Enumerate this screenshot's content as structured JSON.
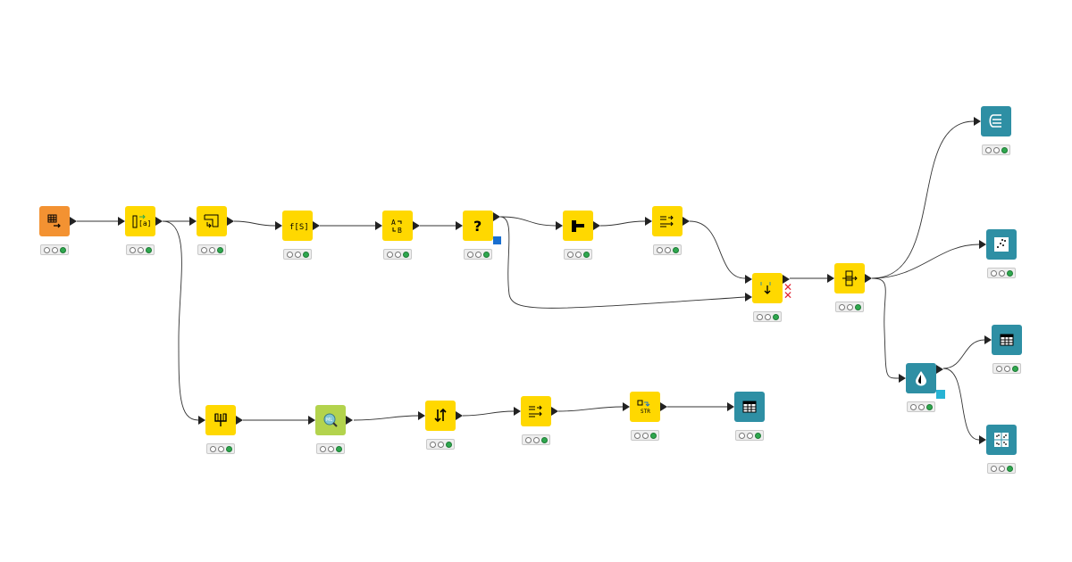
{
  "colors": {
    "manipulator": "#ffd800",
    "source": "#f39232",
    "visualizer": "#2e8fa4",
    "learner": "#b3d34d",
    "flow_port": "#1a6fd0",
    "model_port": "#27b3d4",
    "status_ok": "#2fa84f",
    "warning": "#e0202f"
  },
  "nodes": [
    {
      "id": "table-reader",
      "kind": "source",
      "icon": "table-reader-icon"
    },
    {
      "id": "column-filter",
      "kind": "manipulator",
      "icon": "column-filter-icon"
    },
    {
      "id": "row-filter",
      "kind": "manipulator",
      "icon": "row-filter-icon"
    },
    {
      "id": "string-manipulation",
      "kind": "manipulator",
      "icon": "string-manipulation-icon",
      "glyph": "f[S]"
    },
    {
      "id": "string-replacer",
      "kind": "manipulator",
      "icon": "string-replacer-icon",
      "glyph": "A→B"
    },
    {
      "id": "rule-engine",
      "kind": "manipulator",
      "icon": "question-icon",
      "glyph": "?"
    },
    {
      "id": "joiner",
      "kind": "manipulator",
      "icon": "joiner-icon"
    },
    {
      "id": "column-rename",
      "kind": "manipulator",
      "icon": "column-rename-icon"
    },
    {
      "id": "concatenate",
      "kind": "manipulator",
      "icon": "concatenate-icon"
    },
    {
      "id": "pivot",
      "kind": "manipulator",
      "icon": "pivot-icon"
    },
    {
      "id": "data-viewer",
      "kind": "visualizer",
      "icon": "data-viewer-icon"
    },
    {
      "id": "scatter-view",
      "kind": "visualizer",
      "icon": "scatter-icon"
    },
    {
      "id": "color-manager",
      "kind": "visualizer",
      "icon": "color-drop-icon"
    },
    {
      "id": "table-view-right",
      "kind": "visualizer",
      "icon": "table-view-icon"
    },
    {
      "id": "scatter-matrix",
      "kind": "visualizer",
      "icon": "scatter-matrix-icon"
    },
    {
      "id": "group-by",
      "kind": "manipulator",
      "icon": "group-by-icon"
    },
    {
      "id": "predictor",
      "kind": "learner",
      "icon": "magnifier-icon"
    },
    {
      "id": "sorter",
      "kind": "manipulator",
      "icon": "sorter-icon"
    },
    {
      "id": "column-rename-2",
      "kind": "manipulator",
      "icon": "column-rename-icon"
    },
    {
      "id": "number-to-string",
      "kind": "manipulator",
      "icon": "number-to-string-icon",
      "glyph": "STR"
    },
    {
      "id": "table-view-bottom",
      "kind": "visualizer",
      "icon": "table-view-icon"
    }
  ],
  "status_lights": [
    "off",
    "off",
    "on"
  ]
}
